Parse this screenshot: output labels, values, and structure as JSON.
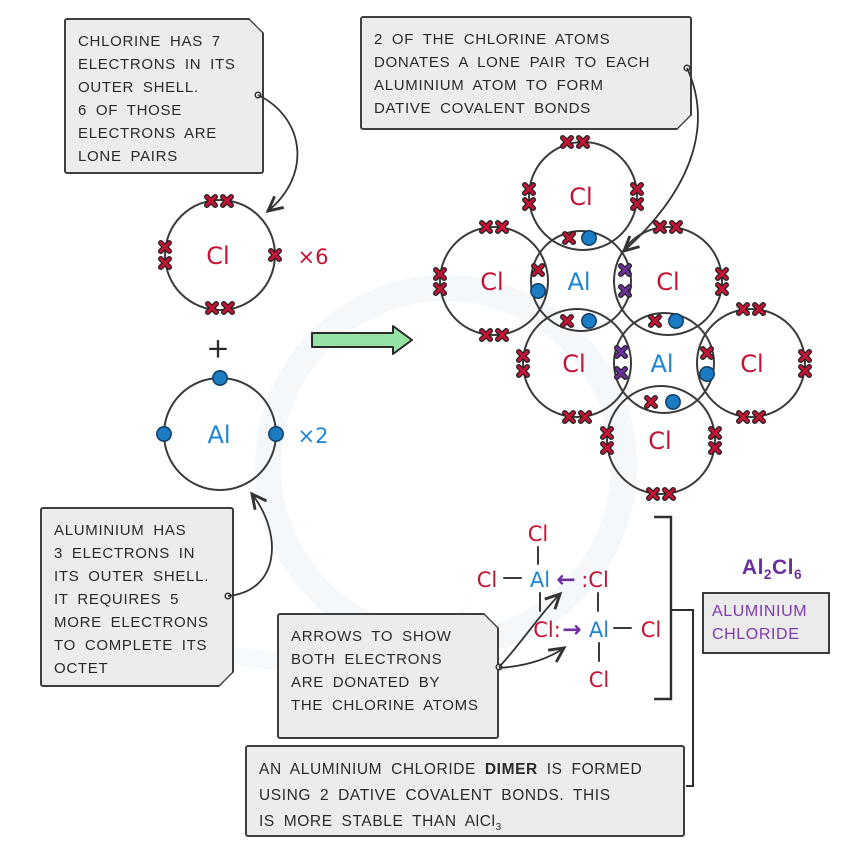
{
  "palette": {
    "chlorine_red": "#c41334",
    "aluminium_blue": "#1f85d6",
    "dative_purple": "#6b2f9e",
    "arrow_green": "#96e2a5",
    "box_grey": "#ececec"
  },
  "callouts": {
    "chlorine": "CHLORINE HAS 7\nELECTRONS IN ITS\nOUTER SHELL.\n6 OF THOSE\nELECTRONS ARE\nLONE PAIRS",
    "donation": "2 OF THE CHLORINE ATOMS\nDONATES A LONE PAIR TO EACH\nALUMINIUM ATOM TO FORM\nDATIVE COVALENT BONDS",
    "aluminium": "ALUMINIUM HAS\n3 ELECTRONS IN\nITS OUTER SHELL.\nIT REQUIRES 5\nMORE ELECTRONS\nTO COMPLETE ITS\nOCTET",
    "arrows": "ARROWS TO SHOW\nBOTH ELECTRONS\nARE DONATED BY\nTHE CHLORINE ATOMS"
  },
  "dimer": {
    "l1a": "AN ALUMINIUM CHLORIDE",
    "l1b": "DIMER",
    "l1c": "IS FORMED",
    "l2": "USING 2 DATIVE COVALENT BONDS. THIS",
    "l3": "IS MORE STABLE THAN",
    "l3_formula": "AlCl",
    "l3_sub": "3"
  },
  "reactants": {
    "chlorine_symbol": "Cl",
    "chlorine_multiplier": "×6",
    "plus": "+",
    "aluminium_symbol": "Al",
    "aluminium_multiplier": "×2"
  },
  "cluster": {
    "atoms": [
      "Cl",
      "Cl",
      "Al",
      "Cl",
      "Cl",
      "Al",
      "Cl",
      "Cl"
    ]
  },
  "formula": {
    "top_cl": "Cl",
    "left_cl": "Cl",
    "al1": "Al",
    "dative_arrow_left": "←",
    "donor_cl_right": ":Cl",
    "donor_cl_left": "Cl:",
    "dative_arrow_right": "→",
    "al2": "Al",
    "right_cl": "Cl",
    "bottom_cl": "Cl"
  },
  "product": {
    "formula_p1": "Al",
    "formula_s1": "2",
    "formula_p2": "Cl",
    "formula_s2": "6",
    "name_line1": "ALUMINIUM",
    "name_line2": "CHLORIDE"
  }
}
